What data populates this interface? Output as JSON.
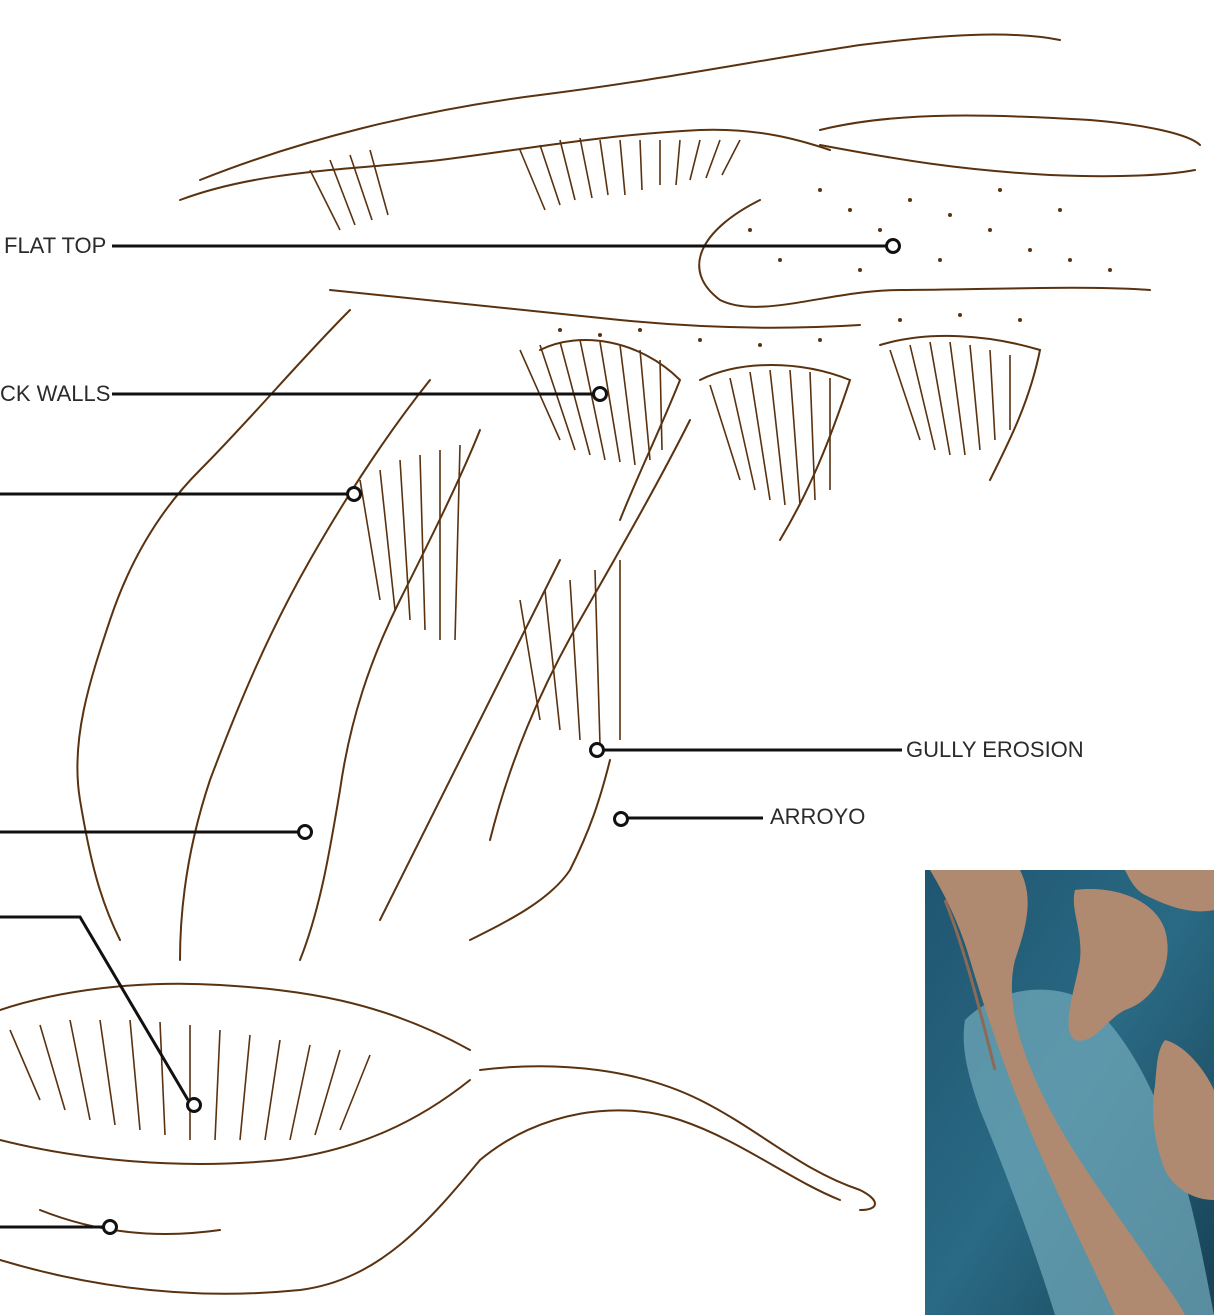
{
  "annotations": [
    {
      "id": "flat-top",
      "text": "FLAT TOP"
    },
    {
      "id": "rock-walls",
      "text": "CK WALLS"
    },
    {
      "id": "gully-erosion",
      "text": "GULLY EROSION"
    },
    {
      "id": "arroyo",
      "text": "ARROYO"
    }
  ],
  "colors": {
    "ink": "#5a3210",
    "ink_light": "#8a5a2e",
    "leader": "#111111",
    "photo_water_dark": "#1c4a63",
    "photo_water_light": "#6fa7b8",
    "photo_land": "#b08a70"
  }
}
